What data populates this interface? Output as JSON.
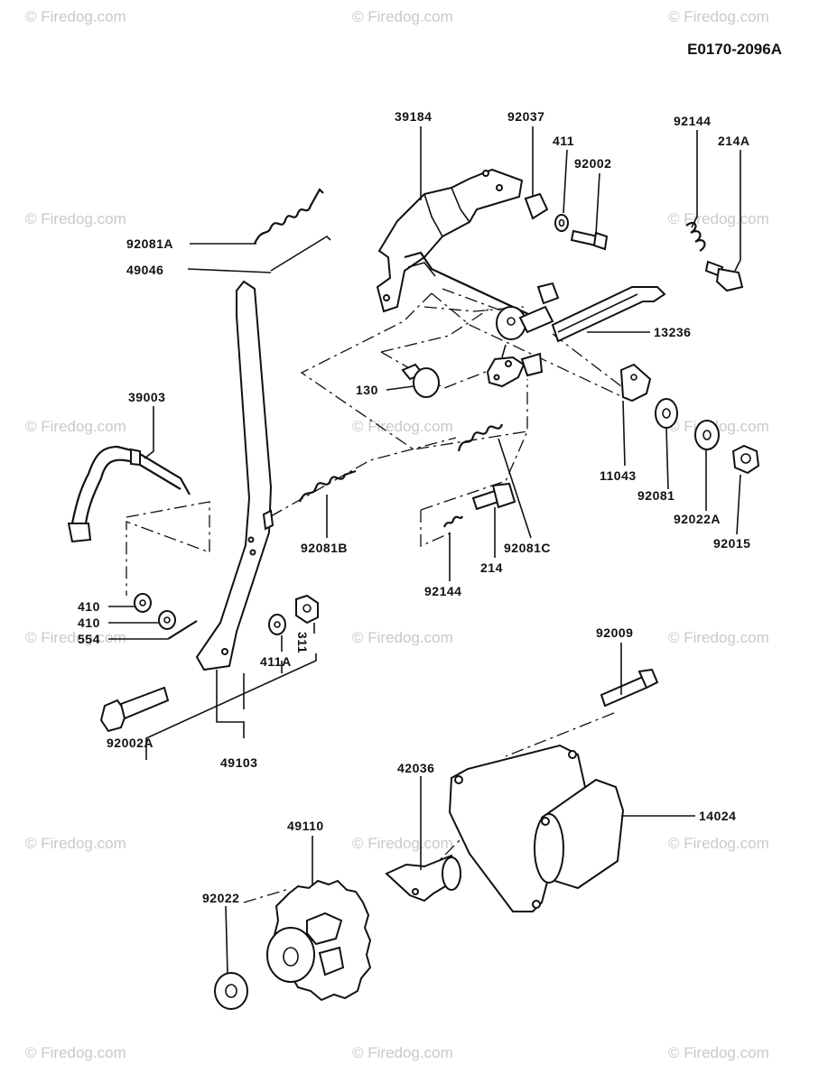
{
  "diagram_code": "E0170-2096A",
  "watermark": "© Firedog.com",
  "labels": {
    "l39184": "39184",
    "l92037": "92037",
    "l411": "411",
    "l92002": "92002",
    "l92144a": "92144",
    "l214A": "214A",
    "l92081A": "92081A",
    "l49046": "49046",
    "l13236": "13236",
    "l130": "130",
    "l39003": "39003",
    "l11043": "11043",
    "l92081": "92081",
    "l92022A": "92022A",
    "l92015": "92015",
    "l92081B": "92081B",
    "l92081C": "92081C",
    "l214": "214",
    "l92144b": "92144",
    "l410a": "410",
    "l410b": "410",
    "l554": "554",
    "l311": "311",
    "l411A": "411A",
    "l92002A": "92002A",
    "l49103": "49103",
    "l92009": "92009",
    "l42036": "42036",
    "l14024": "14024",
    "l49110": "49110",
    "l92022": "92022"
  }
}
